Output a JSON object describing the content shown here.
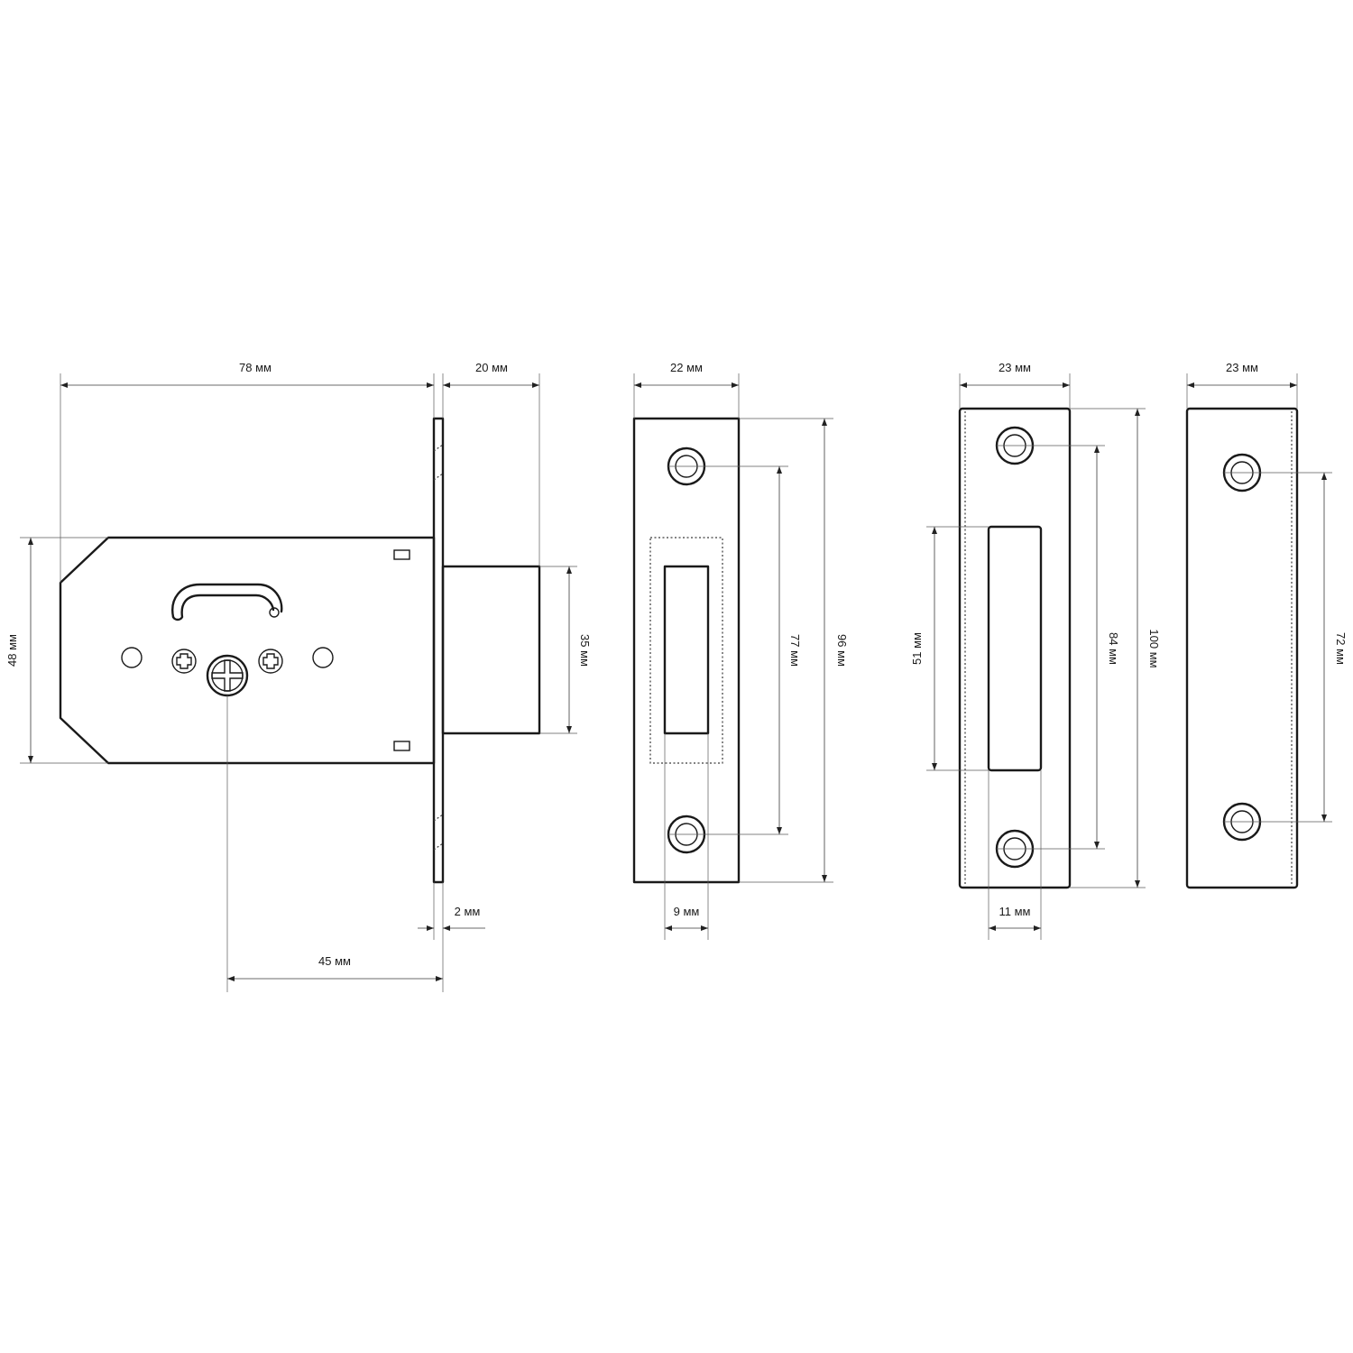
{
  "dimensions": {
    "lock_body_width": "78 мм",
    "bolt_throw": "20 мм",
    "body_height": "48 мм",
    "bolt_height": "35 мм",
    "faceplate_thickness": "2 мм",
    "backset": "45 мм",
    "faceplate_width": "22 мм",
    "faceplate_height": "96 мм",
    "faceplate_hole_spacing": "77 мм",
    "faceplate_slot_width": "9 мм",
    "strike_width": "23 мм",
    "strike_height": "100 мм",
    "strike_hole_spacing": "84 мм",
    "strike_opening_height": "51 мм",
    "strike_opening_width": "11 мм",
    "cover_width": "23 мм",
    "cover_hole_spacing": "72 мм"
  },
  "colors": {
    "line": "#1a1a1a",
    "dimension": "#3a3a3a",
    "background": "#ffffff"
  },
  "icons": [
    "keyhole-icon",
    "screw-icon"
  ]
}
